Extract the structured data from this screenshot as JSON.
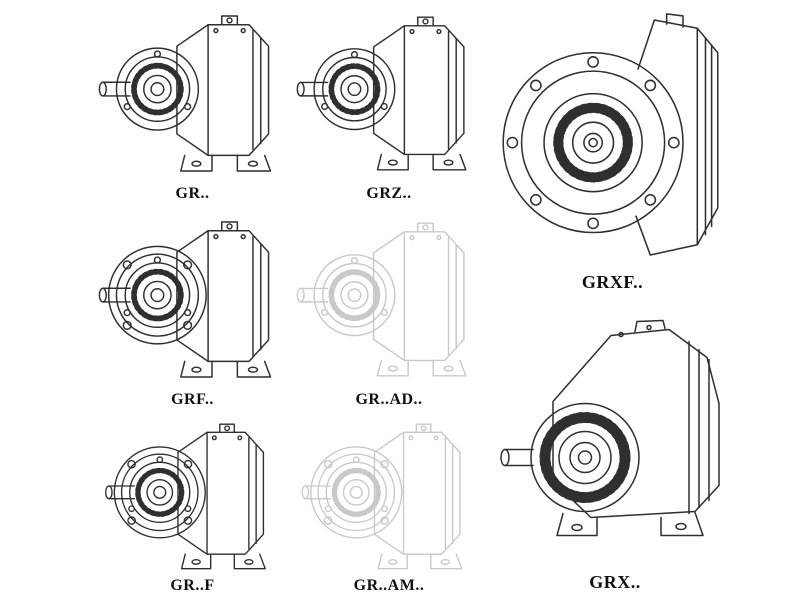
{
  "colors": {
    "background": "#ffffff",
    "line_color": "#2f2f2f",
    "faded_line_color": "#c9c9c9",
    "label_color": "#101010"
  },
  "models": [
    {
      "label": "GR.."
    },
    {
      "label": "GRZ.."
    },
    {
      "label": "GRXF.."
    },
    {
      "label": "GRF.."
    },
    {
      "label": "GR..AD.."
    },
    {
      "label": "GR..F"
    },
    {
      "label": "GR..AM.."
    },
    {
      "label": "GRX.."
    }
  ]
}
